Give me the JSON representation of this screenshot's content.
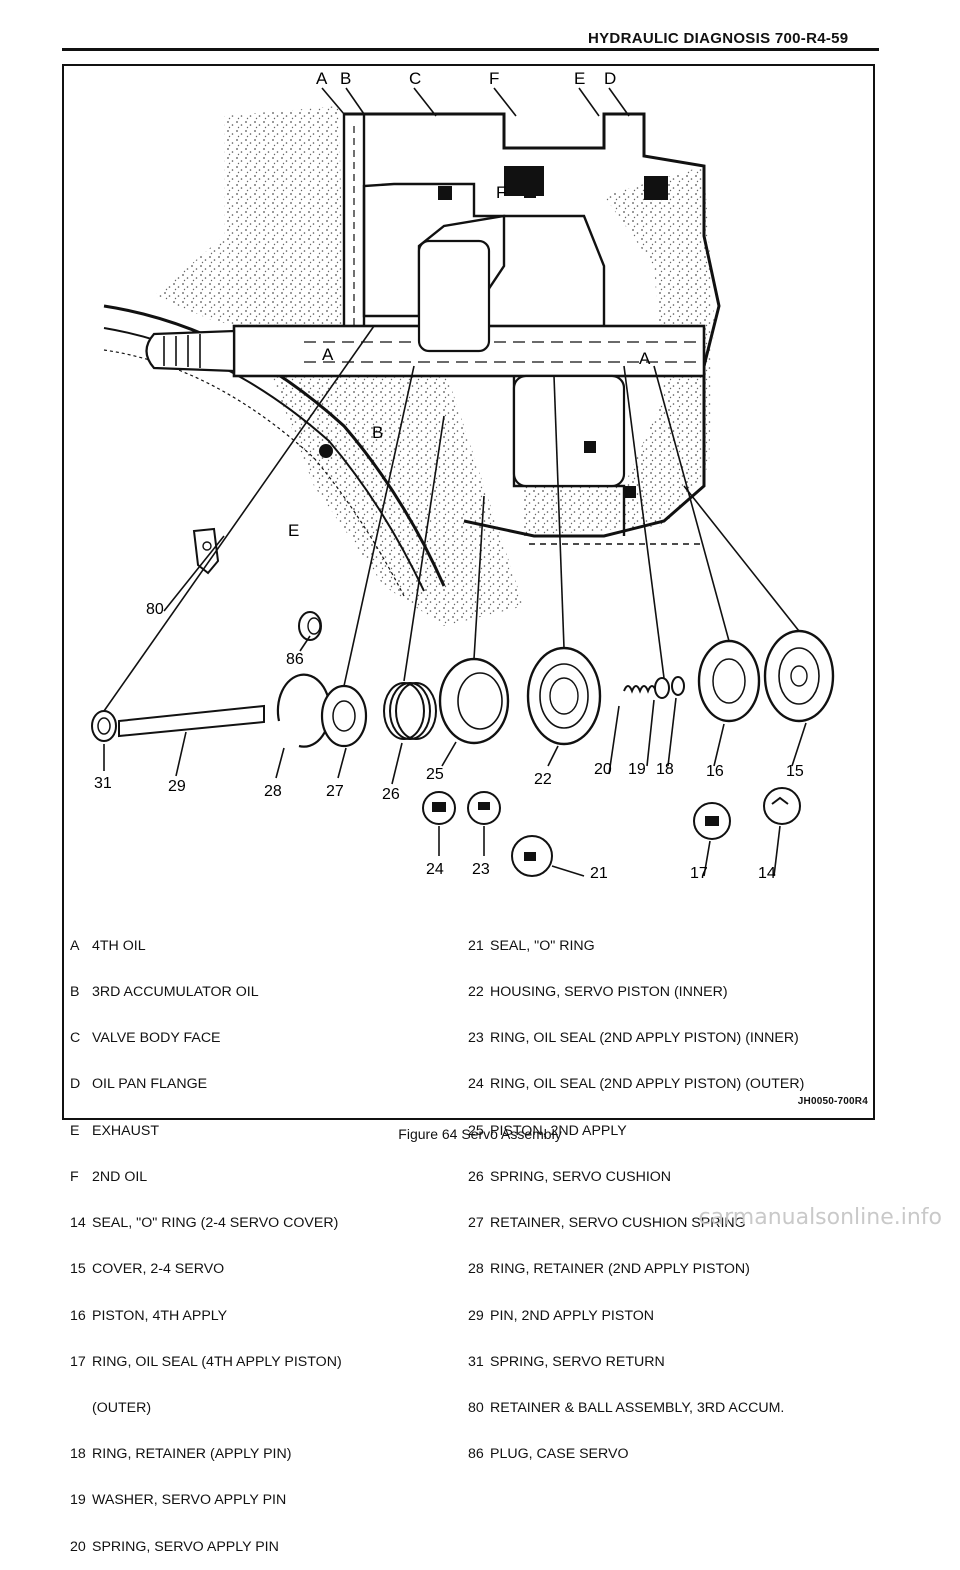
{
  "header": {
    "title": "HYDRAULIC DIAGNOSIS  700-R4-59"
  },
  "diagram": {
    "top_labels": [
      "A",
      "B",
      "C",
      "F",
      "E",
      "D"
    ],
    "inner_labels": [
      "F",
      "A",
      "A",
      "B",
      "E"
    ],
    "part_numbers": [
      "80",
      "86",
      "31",
      "29",
      "28",
      "27",
      "26",
      "25",
      "22",
      "20",
      "19",
      "18",
      "16",
      "15",
      "24",
      "23",
      "21",
      "17",
      "14"
    ]
  },
  "legend_left": [
    {
      "key": "A",
      "text": "4TH OIL"
    },
    {
      "key": "B",
      "text": "3RD ACCUMULATOR OIL"
    },
    {
      "key": "C",
      "text": "VALVE BODY FACE"
    },
    {
      "key": "D",
      "text": "OIL PAN FLANGE"
    },
    {
      "key": "E",
      "text": "EXHAUST"
    },
    {
      "key": "F",
      "text": "2ND OIL"
    },
    {
      "key": "14",
      "text": "SEAL, \"O\" RING (2-4 SERVO COVER)"
    },
    {
      "key": "15",
      "text": "COVER, 2-4 SERVO"
    },
    {
      "key": "16",
      "text": "PISTON, 4TH APPLY"
    },
    {
      "key": "17",
      "text": "RING, OIL SEAL (4TH APPLY PISTON)"
    },
    {
      "key": "",
      "text": "(OUTER)"
    },
    {
      "key": "18",
      "text": "RING, RETAINER (APPLY PIN)"
    },
    {
      "key": "19",
      "text": "WASHER, SERVO APPLY PIN"
    },
    {
      "key": "20",
      "text": "SPRING, SERVO APPLY PIN"
    }
  ],
  "legend_right": [
    {
      "key": "21",
      "text": "SEAL, \"O\" RING"
    },
    {
      "key": "22",
      "text": "HOUSING, SERVO PISTON (INNER)"
    },
    {
      "key": "23",
      "text": "RING, OIL SEAL (2ND APPLY PISTON) (INNER)"
    },
    {
      "key": "24",
      "text": "RING, OIL SEAL (2ND APPLY PISTON) (OUTER)"
    },
    {
      "key": "25",
      "text": "PISTON, 2ND APPLY"
    },
    {
      "key": "26",
      "text": "SPRING, SERVO CUSHION"
    },
    {
      "key": "27",
      "text": "RETAINER, SERVO CUSHION SPRING"
    },
    {
      "key": "28",
      "text": "RING, RETAINER (2ND APPLY PISTON)"
    },
    {
      "key": "29",
      "text": "PIN, 2ND APPLY PISTON"
    },
    {
      "key": "31",
      "text": "SPRING, SERVO RETURN"
    },
    {
      "key": "80",
      "text": "RETAINER & BALL ASSEMBLY, 3RD ACCUM."
    },
    {
      "key": "86",
      "text": "PLUG, CASE SERVO"
    }
  ],
  "figure_code": "JH0050-700R4",
  "caption": "Figure 64 Servo Assembly",
  "watermark": "carmanualsonline.info"
}
